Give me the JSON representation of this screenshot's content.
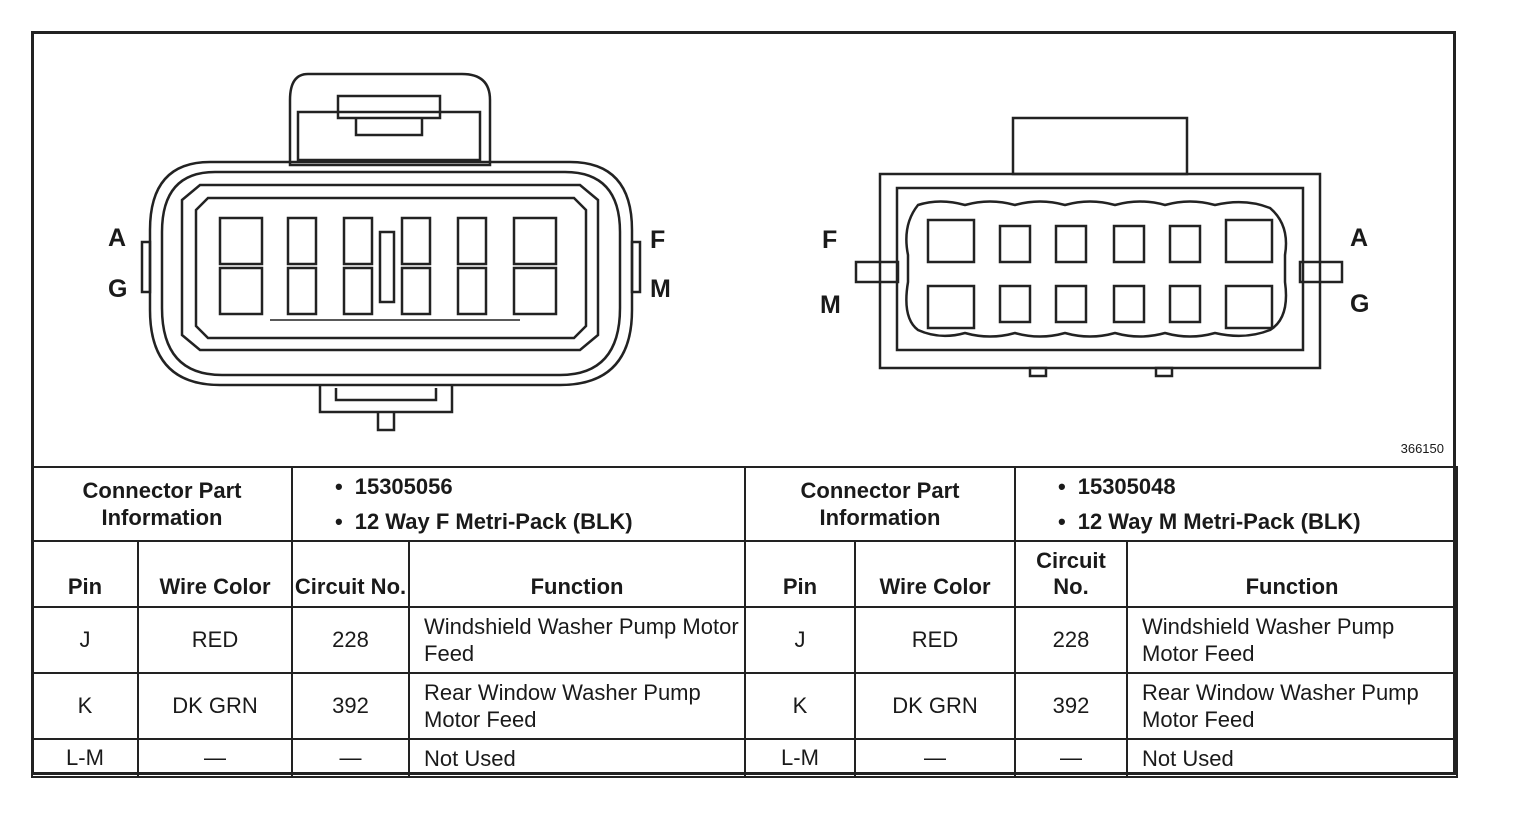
{
  "figure_number": "366150",
  "connector_left": {
    "top_labels": [
      "A",
      "G"
    ],
    "side_labels": [
      "F",
      "M"
    ]
  },
  "connector_right": {
    "left_labels": [
      "F",
      "M"
    ],
    "right_labels": [
      "A",
      "G"
    ]
  },
  "tables": [
    {
      "part_info_label": "Connector Part Information",
      "part_info": [
        "15305056",
        "12 Way F Metri-Pack (BLK)"
      ],
      "headers": {
        "pin": "Pin",
        "wire_color": "Wire Color",
        "circuit": "Circuit No.",
        "function": "Function"
      },
      "rows": [
        {
          "pin": "J",
          "wire_color": "RED",
          "circuit": "228",
          "function": "Windshield Washer Pump Motor Feed"
        },
        {
          "pin": "K",
          "wire_color": "DK GRN",
          "circuit": "392",
          "function": "Rear Window Washer Pump Motor Feed"
        },
        {
          "pin": "L-M",
          "wire_color": "—",
          "circuit": "—",
          "function": "Not Used"
        }
      ]
    },
    {
      "part_info_label": "Connector Part Information",
      "part_info": [
        "15305048",
        "12 Way M Metri-Pack (BLK)"
      ],
      "headers": {
        "pin": "Pin",
        "wire_color": "Wire Color",
        "circuit": "Circuit No.",
        "function": "Function"
      },
      "rows": [
        {
          "pin": "J",
          "wire_color": "RED",
          "circuit": "228",
          "function": "Windshield Washer Pump Motor Feed"
        },
        {
          "pin": "K",
          "wire_color": "DK GRN",
          "circuit": "392",
          "function": "Rear Window Washer Pump Motor Feed"
        },
        {
          "pin": "L-M",
          "wire_color": "—",
          "circuit": "—",
          "function": "Not Used"
        }
      ]
    }
  ]
}
